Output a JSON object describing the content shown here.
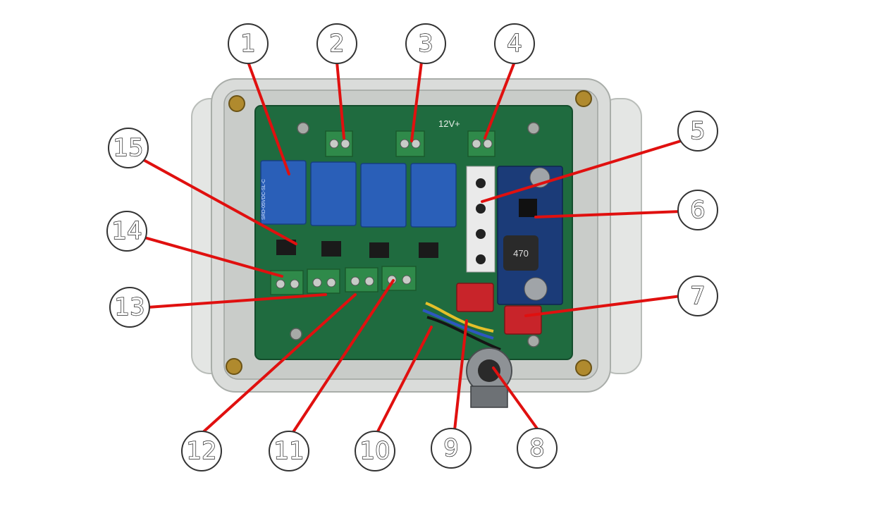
{
  "diagram": {
    "board_silkscreen_label": "12V+",
    "relay_module_count": 4,
    "relay_marking": "SRD-05VDC-SL-C",
    "inductor_marking": "470",
    "callouts": [
      {
        "id": 1,
        "label": "1"
      },
      {
        "id": 2,
        "label": "2"
      },
      {
        "id": 3,
        "label": "3"
      },
      {
        "id": 4,
        "label": "4"
      },
      {
        "id": 5,
        "label": "5"
      },
      {
        "id": 6,
        "label": "6"
      },
      {
        "id": 7,
        "label": "7"
      },
      {
        "id": 8,
        "label": "8"
      },
      {
        "id": 9,
        "label": "9"
      },
      {
        "id": 10,
        "label": "10"
      },
      {
        "id": 11,
        "label": "11"
      },
      {
        "id": 12,
        "label": "12"
      },
      {
        "id": 13,
        "label": "13"
      },
      {
        "id": 14,
        "label": "14"
      },
      {
        "id": 15,
        "label": "15"
      }
    ]
  },
  "colors": {
    "leader_line": "#e0100f",
    "pcb_green": "#1f6b3f",
    "relay_blue": "#2a5fb8",
    "terminal_green": "#2f8a4a",
    "enclosure_gray": "#d9dcd9",
    "switch_red": "#c8242a",
    "module_blue": "#1b3b78"
  }
}
